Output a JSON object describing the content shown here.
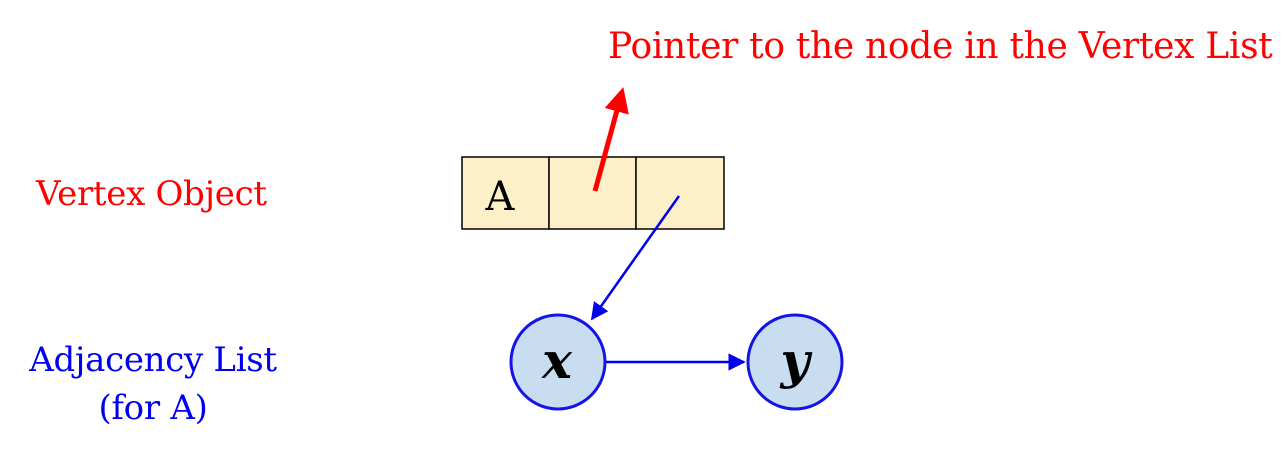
{
  "annotations": {
    "pointer_label": "Pointer to the node in the Vertex List",
    "vertex_label": "Vertex Object",
    "adjacency_label_line1": "Adjacency List",
    "adjacency_label_line2": "(for A)"
  },
  "vertex_object": {
    "cells": [
      "A",
      "",
      ""
    ]
  },
  "adjacency_list": {
    "nodes": [
      "x",
      "y"
    ]
  },
  "colors": {
    "annotation_red": "#ff0000",
    "annotation_blue": "#0000ee",
    "cell_fill": "#fdefc8",
    "node_fill": "#c9ddf0",
    "node_stroke": "#1414e6",
    "outline": "#000000"
  }
}
